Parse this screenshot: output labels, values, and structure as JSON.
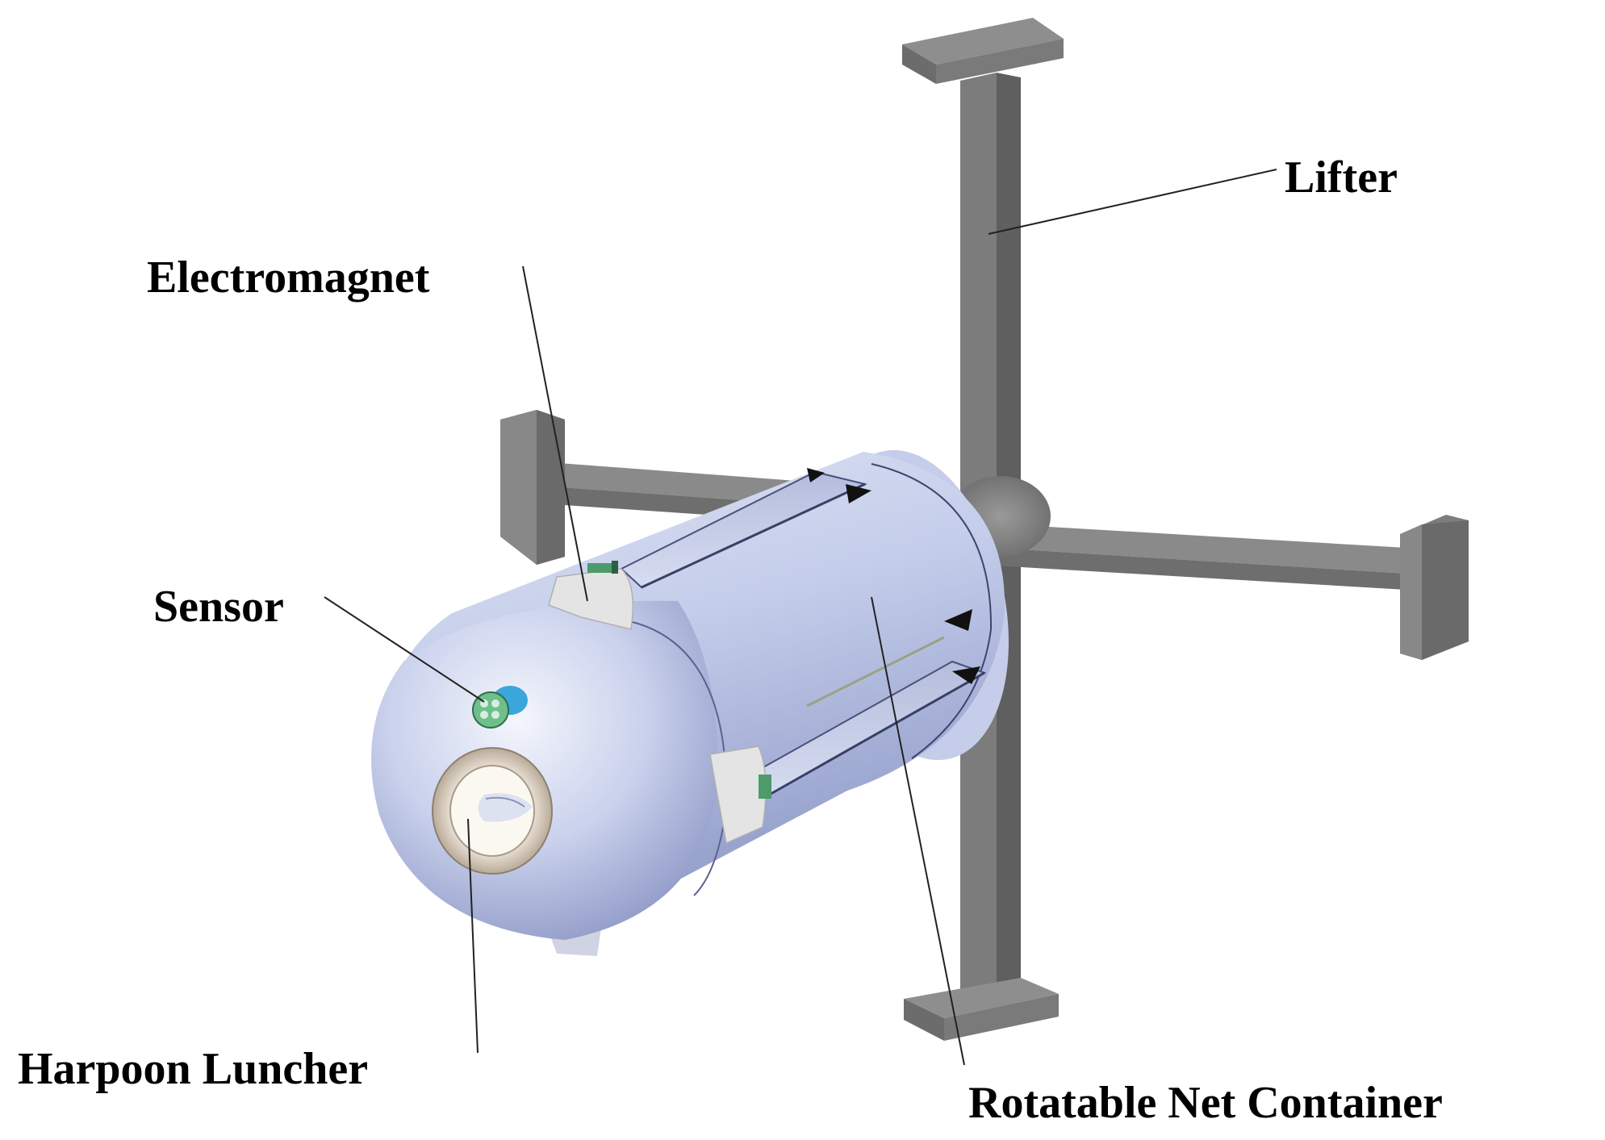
{
  "labels": {
    "lifter": "Lifter",
    "electromagnet": "Electromagnet",
    "sensor": "Sensor",
    "harpoon_launcher": "Harpoon Luncher",
    "rotatable_net_container": "Rotatable Net Container"
  },
  "colors": {
    "frame_front": "#7a7a7a",
    "frame_top": "#8e8e8e",
    "frame_side": "#5e5e5e",
    "body_light": "#e3e9f6",
    "body_mid": "#c2cbe8",
    "body_dark": "#8d98c6",
    "bracket": "#e0e0e0",
    "ring": "#efe9df",
    "sensor_blue": "#3aa6dc",
    "sensor_green": "#6fbf8a",
    "text": "#000000"
  },
  "icons": {
    "sensor": "sensor-cluster-icon",
    "harpoon": "harpoon-nozzle-icon",
    "arrows": "deployment-arrow-icon"
  }
}
